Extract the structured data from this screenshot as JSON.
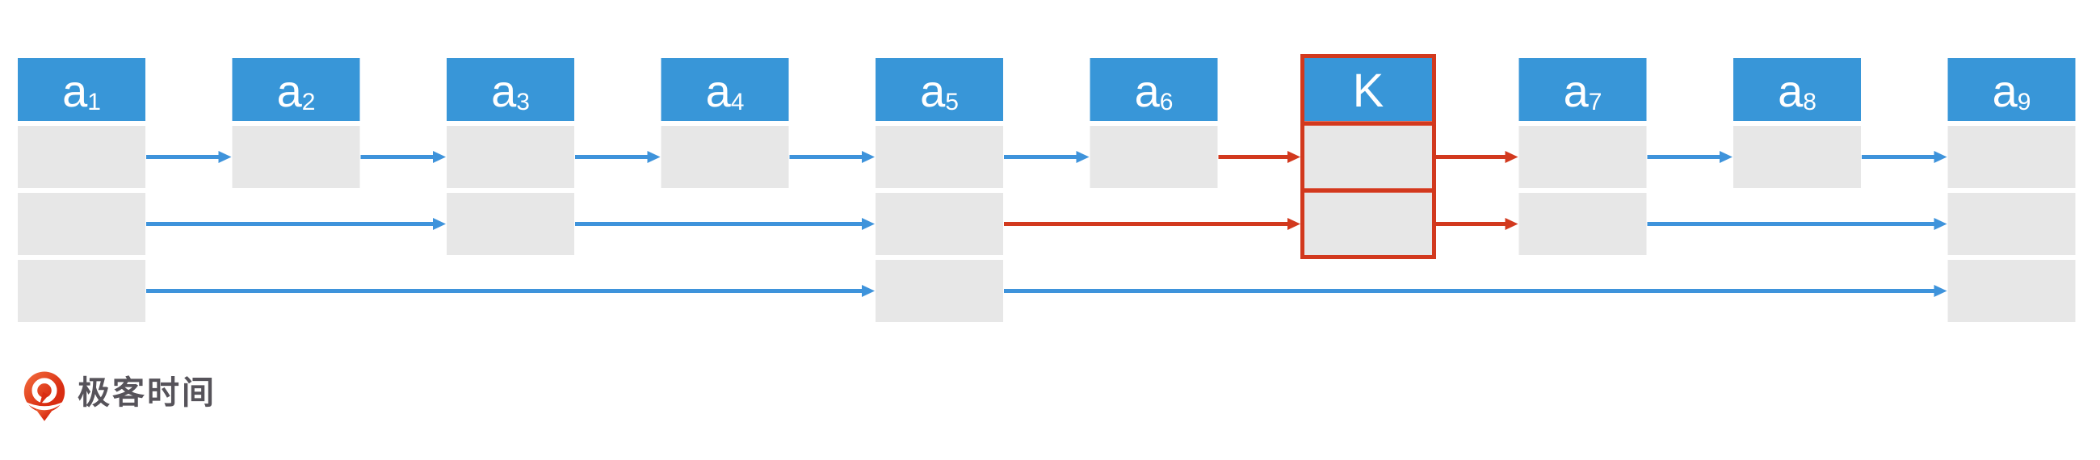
{
  "diagram": {
    "type": "skip-list-search-path",
    "levels": 3,
    "nodes": [
      {
        "id": "a1",
        "label": "a",
        "subscript": "1",
        "levels": 3,
        "highlight": false
      },
      {
        "id": "a2",
        "label": "a",
        "subscript": "2",
        "levels": 1,
        "highlight": false
      },
      {
        "id": "a3",
        "label": "a",
        "subscript": "3",
        "levels": 2,
        "highlight": false
      },
      {
        "id": "a4",
        "label": "a",
        "subscript": "4",
        "levels": 1,
        "highlight": false
      },
      {
        "id": "a5",
        "label": "a",
        "subscript": "5",
        "levels": 3,
        "highlight": false
      },
      {
        "id": "a6",
        "label": "a",
        "subscript": "6",
        "levels": 1,
        "highlight": false
      },
      {
        "id": "K",
        "label": "K",
        "subscript": "",
        "levels": 2,
        "highlight": true
      },
      {
        "id": "a7",
        "label": "a",
        "subscript": "7",
        "levels": 2,
        "highlight": false
      },
      {
        "id": "a8",
        "label": "a",
        "subscript": "8",
        "levels": 1,
        "highlight": false
      },
      {
        "id": "a9",
        "label": "a",
        "subscript": "9",
        "levels": 3,
        "highlight": false
      }
    ],
    "arrows": [
      {
        "from": "a1",
        "to": "a2",
        "level": 1,
        "style": "normal"
      },
      {
        "from": "a2",
        "to": "a3",
        "level": 1,
        "style": "normal"
      },
      {
        "from": "a3",
        "to": "a4",
        "level": 1,
        "style": "normal"
      },
      {
        "from": "a4",
        "to": "a5",
        "level": 1,
        "style": "normal"
      },
      {
        "from": "a5",
        "to": "a6",
        "level": 1,
        "style": "normal"
      },
      {
        "from": "a6",
        "to": "K",
        "level": 1,
        "style": "search"
      },
      {
        "from": "K",
        "to": "a7",
        "level": 1,
        "style": "search"
      },
      {
        "from": "a7",
        "to": "a8",
        "level": 1,
        "style": "normal"
      },
      {
        "from": "a8",
        "to": "a9",
        "level": 1,
        "style": "normal"
      },
      {
        "from": "a1",
        "to": "a3",
        "level": 2,
        "style": "normal"
      },
      {
        "from": "a3",
        "to": "a5",
        "level": 2,
        "style": "normal"
      },
      {
        "from": "a5",
        "to": "K",
        "level": 2,
        "style": "search"
      },
      {
        "from": "K",
        "to": "a7",
        "level": 2,
        "style": "search"
      },
      {
        "from": "a7",
        "to": "a9",
        "level": 2,
        "style": "normal"
      },
      {
        "from": "a1",
        "to": "a5",
        "level": 3,
        "style": "normal"
      },
      {
        "from": "a5",
        "to": "a9",
        "level": 3,
        "style": "normal"
      }
    ]
  },
  "colors": {
    "header_blue": "#3896D8",
    "arrow_blue": "#3E93DB",
    "search_red": "#D2391E",
    "cell_gray": "#E7E7E7",
    "label_white": "#FFFFFF",
    "logo_text_gray": "#56535A",
    "logo_red_light": "#F4703F",
    "logo_red_dark": "#D92D12"
  },
  "logo": {
    "text": "极客时间"
  }
}
